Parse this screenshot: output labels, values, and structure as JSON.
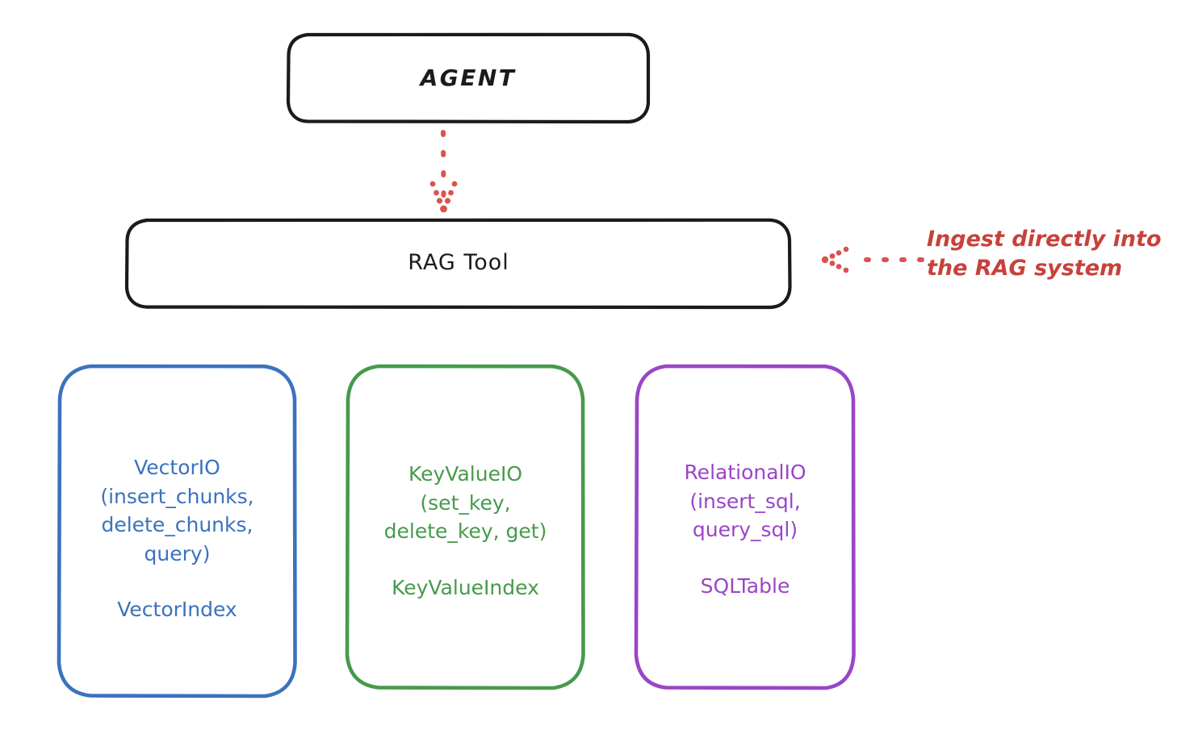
{
  "diagram": {
    "title_node": {
      "label": "AGENT"
    },
    "tool_node": {
      "label": "RAG Tool"
    },
    "providers": [
      {
        "name": "vectorio",
        "api_label": "VectorIO\n(insert_chunks,\ndelete_chunks,\nquery)",
        "index_label": "VectorIndex",
        "color": "#3b72be"
      },
      {
        "name": "keyvalueio",
        "api_label": "KeyValueIO\n(set_key,\ndelete_key, get)",
        "index_label": "KeyValueIndex",
        "color": "#479a4c"
      },
      {
        "name": "relationalio",
        "api_label": "RelationalIO\n(insert_sql,\nquery_sql)",
        "index_label": "SQLTable",
        "color": "#9a45c6"
      }
    ],
    "annotation": {
      "text": "Ingest directly into\nthe RAG system",
      "color": "#c8413a"
    },
    "connectors": [
      {
        "name": "agent-to-ragtool",
        "style": "dotted",
        "direction": "down",
        "color": "#d9534f"
      },
      {
        "name": "ingest-to-ragtool",
        "style": "dotted",
        "direction": "left",
        "color": "#d9534f"
      }
    ],
    "colors": {
      "stroke_dark": "#1b1b1b",
      "background": "#ffffff",
      "blue": "#3b72be",
      "green": "#479a4c",
      "purple": "#9a45c6",
      "red": "#c8413a"
    }
  }
}
